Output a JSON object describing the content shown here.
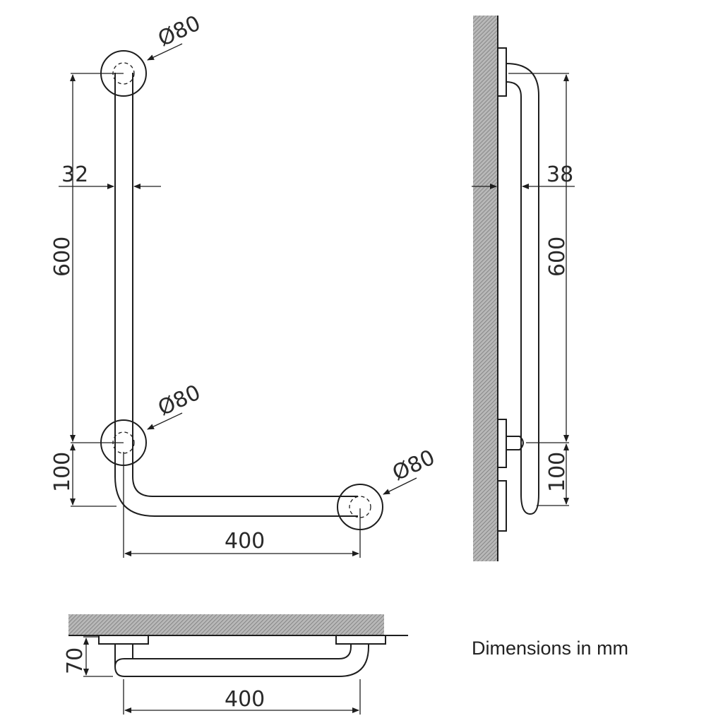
{
  "dimensions": {
    "front_flange_dia_top": "Ø80",
    "front_flange_dia_middle": "Ø80",
    "front_flange_dia_end": "Ø80",
    "front_tube_diameter": "32",
    "front_vertical_length": "600",
    "front_corner_offset": "100",
    "front_horizontal_length": "400",
    "side_projection": "38",
    "side_vertical_length": "600",
    "side_corner_offset": "100",
    "top_wall_depth": "70",
    "top_horizontal_length": "400"
  },
  "caption": "Dimensions in mm",
  "colors": {
    "line": "#1e1e1e",
    "wall_hatch": "#9a9a9a",
    "background": "#ffffff"
  }
}
